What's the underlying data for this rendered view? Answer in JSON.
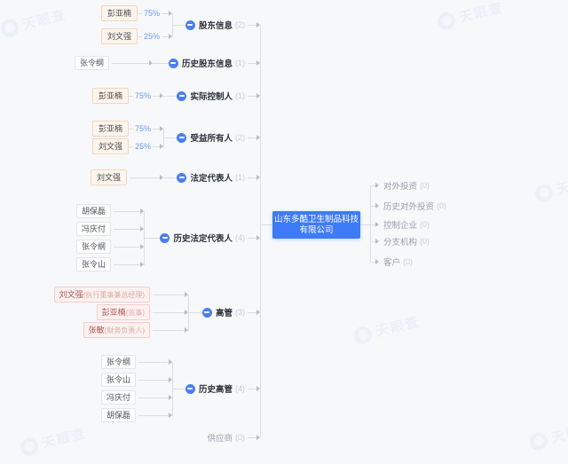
{
  "company": {
    "line1": "山东多酷卫生制品科技",
    "line2": "有限公司",
    "color": "#3e7bf7"
  },
  "watermark": {
    "brand": "天眼查"
  },
  "colors": {
    "background": "#f7f8fa",
    "accent_blue": "#4a7ff0",
    "line": "#dadde3",
    "percent_blue": "#6b9af0",
    "current_tag_border": "#f2d7bd",
    "exec_tag_border": "#f5cdca"
  },
  "groups": [
    {
      "node": {
        "label": "股东信息",
        "count": "(2)"
      },
      "members": [
        {
          "name": "彭亚楠",
          "percent": "75%"
        },
        {
          "name": "刘文强",
          "percent": "25%"
        }
      ]
    },
    {
      "node": {
        "label": "历史股东信息",
        "count": "(1)"
      },
      "members": [
        {
          "name": "张令纲"
        }
      ]
    },
    {
      "node": {
        "label": "实际控制人",
        "count": "(1)"
      },
      "members": [
        {
          "name": "彭亚楠",
          "percent": "75%"
        }
      ]
    },
    {
      "node": {
        "label": "受益所有人",
        "count": "(2)"
      },
      "members": [
        {
          "name": "彭亚楠",
          "percent": "75%"
        },
        {
          "name": "刘文强",
          "percent": "25%"
        }
      ]
    },
    {
      "node": {
        "label": "法定代表人",
        "count": "(1)"
      },
      "members": [
        {
          "name": "刘文强"
        }
      ]
    },
    {
      "node": {
        "label": "历史法定代表人",
        "count": "(4)"
      },
      "members": [
        {
          "name": "胡保磊"
        },
        {
          "name": "冯庆付"
        },
        {
          "name": "张令纲"
        },
        {
          "name": "张令山"
        }
      ]
    },
    {
      "node": {
        "label": "高管",
        "count": "(3)"
      },
      "members": [
        {
          "name": "刘文强",
          "role": "(执行董事兼总经理)"
        },
        {
          "name": "彭亚楠",
          "role": "(监事)"
        },
        {
          "name": "张敏",
          "role": "(财务负责人)"
        }
      ]
    },
    {
      "node": {
        "label": "历史高管",
        "count": "(4)"
      },
      "members": [
        {
          "name": "张令纲"
        },
        {
          "name": "张令山"
        },
        {
          "name": "冯庆付"
        },
        {
          "name": "胡保磊"
        }
      ]
    }
  ],
  "bottom": {
    "label": "供应商",
    "count": "(0)"
  },
  "right": {
    "items": [
      {
        "label": "对外投资",
        "count": "(0)"
      },
      {
        "label": "历史对外投资",
        "count": "(0)"
      },
      {
        "label": "控制企业",
        "count": "(0)"
      },
      {
        "label": "分支机构",
        "count": "(0)"
      },
      {
        "label": "客户",
        "count": "(0)"
      }
    ]
  }
}
